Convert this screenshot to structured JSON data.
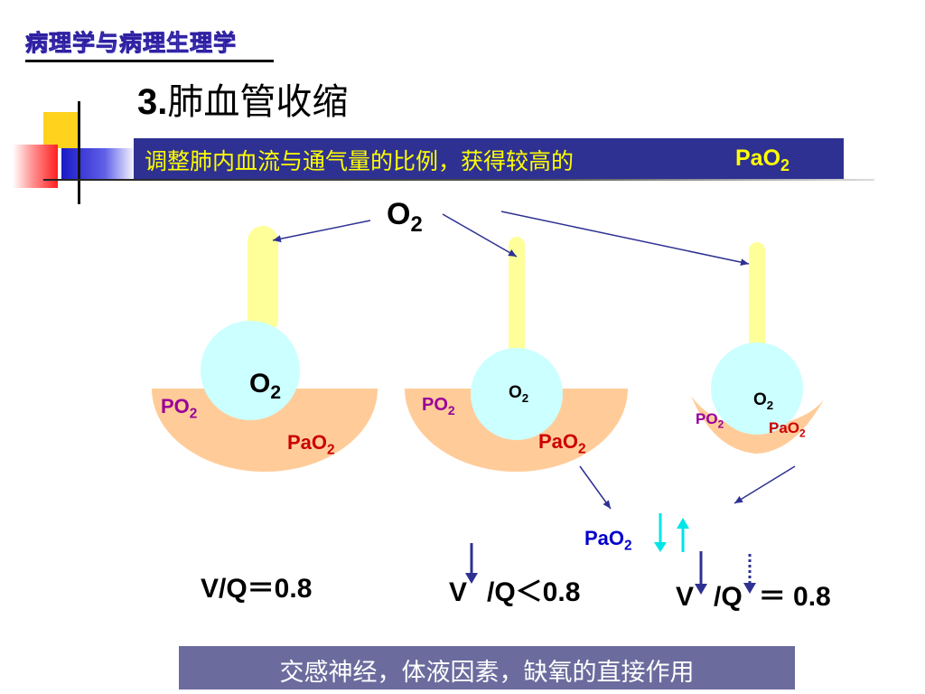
{
  "header": {
    "course_title": "病理学与病理生理学",
    "section_number": "3.",
    "section_title": "肺血管收缩"
  },
  "banner": {
    "text": "调整肺内血流与通气量的比例，获得较高的",
    "pao2_main": "PaO",
    "pao2_sub": "2"
  },
  "diagram": {
    "o2_main": "O",
    "o2_sub": "2",
    "alveolus_1": {
      "o2_main": "O",
      "o2_sub": "2",
      "po2_main": "PO",
      "po2_sub": "2",
      "pao2_main": "PaO",
      "pao2_sub": "2"
    },
    "alveolus_2": {
      "o2_main": "O",
      "o2_sub": "2",
      "po2_main": "PO",
      "po2_sub": "2",
      "pao2_main": "PaO",
      "pao2_sub": "2"
    },
    "alveolus_3": {
      "o2_main": "O",
      "o2_sub": "2",
      "po2_main": "PO",
      "po2_sub": "2",
      "pao2_main": "PaO",
      "pao2_sub": "2"
    },
    "result_pao2_main": "PaO",
    "result_pao2_sub": "2",
    "ratio_1": "V/Q＝0.8",
    "ratio_2_v": "V",
    "ratio_2_rest": "/Q＜0.8",
    "ratio_3_v": "V",
    "ratio_3_q": "/Q",
    "ratio_3_rest": "＝ 0.8"
  },
  "footer": {
    "text": "交感神经，体液因素，缺氧的直接作用"
  },
  "colors": {
    "airway": "#ffff99",
    "alveolus": "#ccffff",
    "capillary": "#ffcc99",
    "label_purple": "#990099",
    "label_red": "#cc0000",
    "label_blue": "#0000cc",
    "arrow_navy": "#2e3192",
    "arrow_cyan": "#00e5e5",
    "banner_bg": "#2e3192",
    "footer_bg": "#6b6b9e"
  }
}
